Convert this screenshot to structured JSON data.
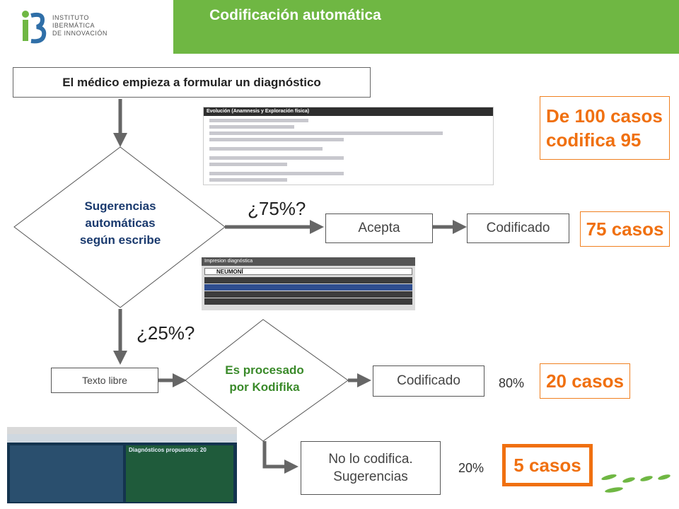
{
  "header": {
    "title": "Codificación automática",
    "logo": {
      "line1": "INSTITUTO",
      "line2": "IBERMÁTICA",
      "line3": "DE INNOVACIÓN"
    }
  },
  "flow": {
    "start": "El médico empieza a formular un diagnóstico",
    "decision1": [
      "Sugerencias",
      "automáticas",
      "según escribe"
    ],
    "q75": "¿75%?",
    "acepta": "Acepta",
    "codificado1": "Codificado",
    "q25": "¿25%?",
    "texto_libre": "Texto libre",
    "decision2": [
      "Es procesado",
      "por Kodifika"
    ],
    "codificado2": "Codificado",
    "pct80": "80%",
    "nolo": [
      "No lo codifica.",
      "Sugerencias"
    ],
    "pct20": "20%"
  },
  "results": {
    "total": [
      "De 100 casos",
      "codifica 95"
    ],
    "r75": "75 casos",
    "r20": "20 casos",
    "r5": "5 casos"
  },
  "screenshots": {
    "evolucion_title": "Evolución (Anamnesis y Exploración física)",
    "impresion_title": "Impresion diagnóstica",
    "search_value": "NEUMONÍ",
    "diagnosticos_title": "Diagnósticos propuestos: 20"
  },
  "colors": {
    "brand_green": "#6fb743",
    "result_orange": "#f07010",
    "arrow_gray": "#666666",
    "decision1_text": "#1a3a6e",
    "decision2_text": "#3a8a2a"
  }
}
